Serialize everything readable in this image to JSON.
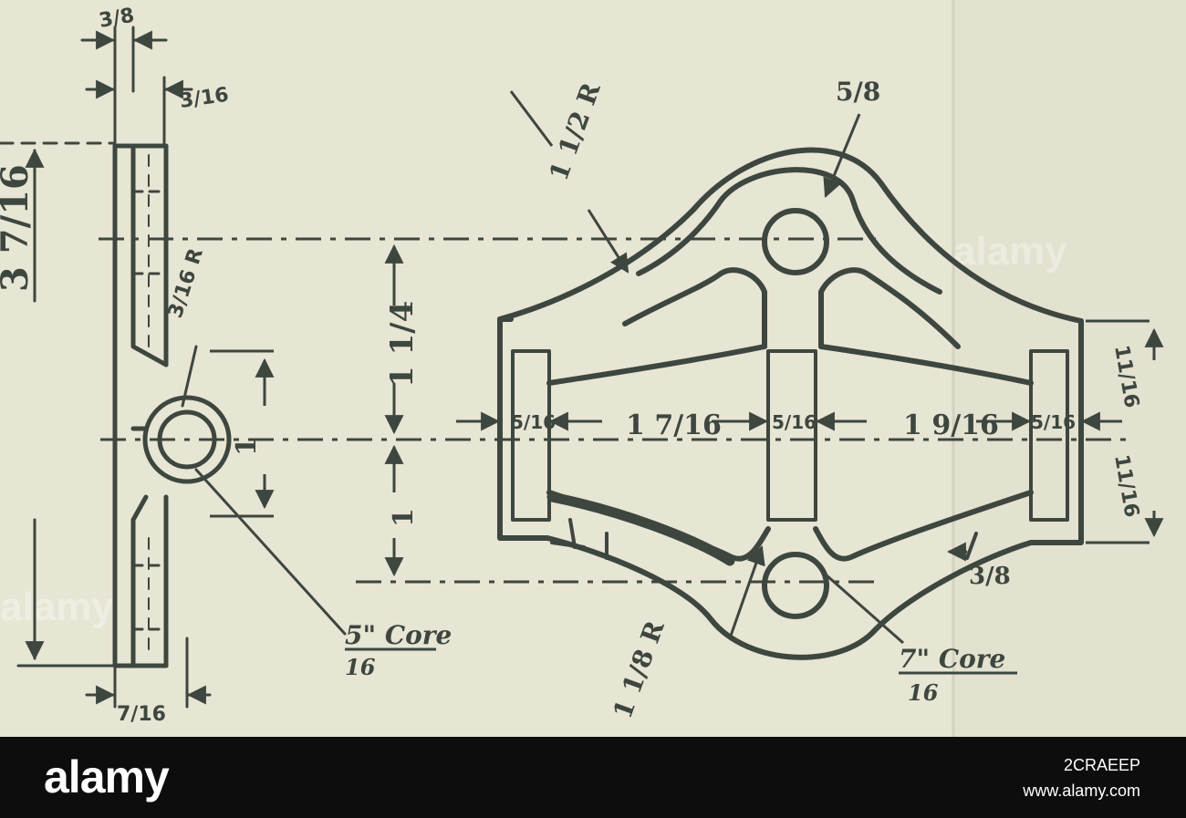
{
  "drawing": {
    "side_view": {
      "top_thickness": "3/8",
      "flange": "3/16",
      "overall_height": "3 7/16",
      "bottom_thickness": "7/16",
      "radius": "3/16 R",
      "hole": "1",
      "core_label": "5\" Core",
      "core_denominator": "16"
    },
    "front_view": {
      "top_hole": "5/8",
      "outer_radius": "1 1/2 R",
      "upper_height": "1 1/4",
      "lower_height": "1",
      "web_left": "5/16",
      "span_left": "1 7/16",
      "web_center": "5/16",
      "span_right": "1 9/16",
      "web_right": "5/16",
      "right_upper": "11/16",
      "right_lower": "11/16",
      "rib": "3/8",
      "bottom_radius": "1 1/8 R",
      "core_label": "7\" Core",
      "core_denominator": "16"
    }
  },
  "footer": {
    "brand": "alamy",
    "image_id": "2CRAEEP",
    "site": "www.alamy.com"
  },
  "watermark": "alamy",
  "colors": {
    "paper": "#e7e5d3",
    "ink": "#3d463f",
    "footer": "#0d0d0d"
  }
}
